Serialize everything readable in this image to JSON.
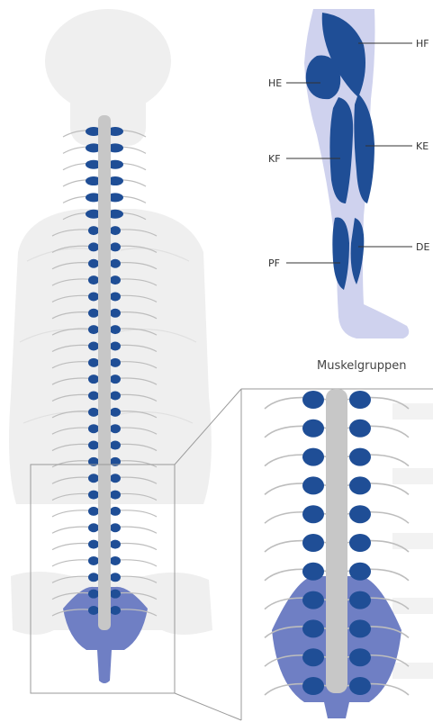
{
  "leg_labels": {
    "hf": "HF",
    "he": "HE",
    "kf": "KF",
    "ke": "KE",
    "pf": "PF",
    "de": "DE"
  },
  "caption": "Muskelgruppen",
  "colors": {
    "muscle_dark_blue": "#1f4e96",
    "sacral_plexus_blue": "#6f7fc4",
    "body_silhouette": "#efefef",
    "leg_silhouette": "#cfd2ee",
    "spinal_cord_grey": "#c7c7c7",
    "nerve_grey": "#bdbdbd",
    "frame_line": "#9a9a9a"
  },
  "icons": [
    "skeleton-silhouette",
    "spinal-column",
    "leg-muscles",
    "zoom-frame"
  ]
}
